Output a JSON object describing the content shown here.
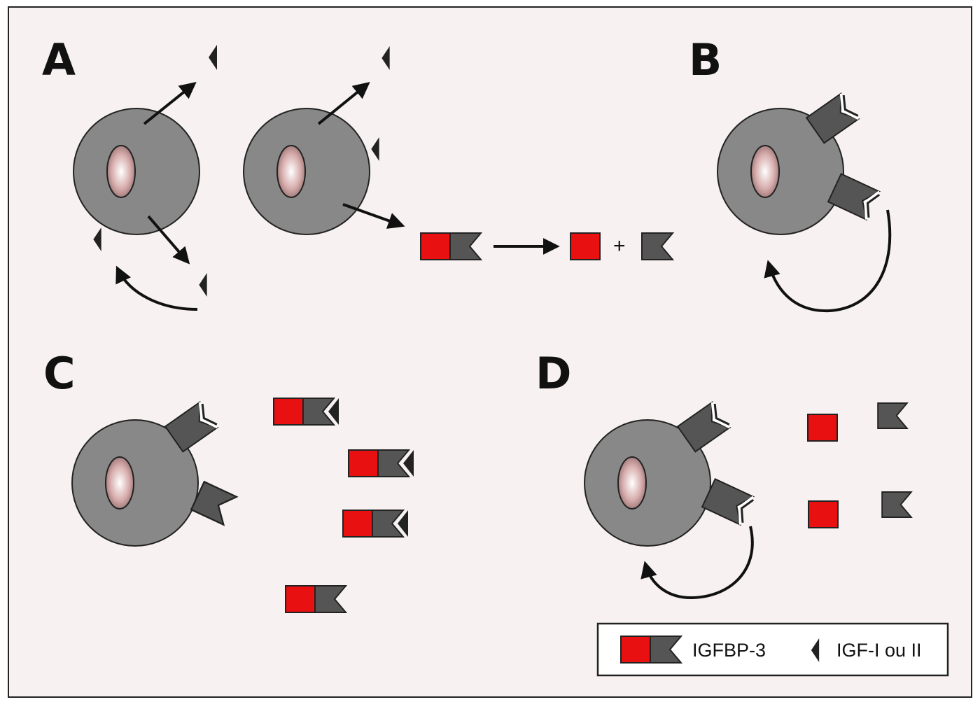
{
  "panels": {
    "a": "A",
    "b": "B",
    "c": "C",
    "d": "D"
  },
  "equation": {
    "plus": "+"
  },
  "legend": {
    "igfbp3_label": "IGFBP-3",
    "igf_label": "IGF-I ou II"
  },
  "colors": {
    "background": "#f7f1f1",
    "cell": "#888888",
    "igfbp3_red": "#e81010",
    "igfbp3_dark": "#555555",
    "igf": "#222222"
  }
}
